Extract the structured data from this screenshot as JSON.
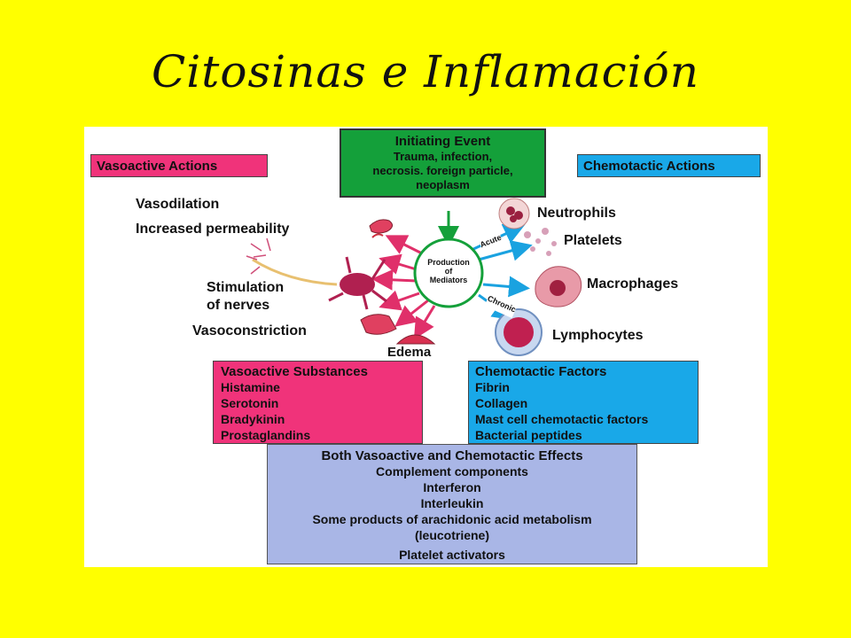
{
  "title": "Citosinas e Inflamación",
  "initiating_event": {
    "heading": "Initiating Event",
    "lines": [
      "Trauma, infection,",
      "necrosis. foreign particle,",
      "neoplasm"
    ]
  },
  "center": {
    "lines": [
      "Production",
      "of",
      "Mediators"
    ]
  },
  "vasoactive_actions": {
    "label": "Vasoactive Actions",
    "vasodilation": "Vasodilation",
    "permeability": "Increased permeability",
    "stimulation": [
      "Stimulation",
      "of nerves"
    ],
    "vasoconstriction": "Vasoconstriction",
    "edema": "Edema"
  },
  "chemotactic_actions": {
    "label": "Chemotactic Actions",
    "acute": "Acute",
    "chronic": "Chronic",
    "neutrophils": "Neutrophils",
    "platelets": "Platelets",
    "macrophages": "Macrophages",
    "lymphocytes": "Lymphocytes"
  },
  "vasoactive_substances": {
    "heading": "Vasoactive Substances",
    "items": [
      "Histamine",
      "Serotonin",
      "Bradykinin",
      "Prostaglandins"
    ]
  },
  "chemotactic_factors": {
    "heading": "Chemotactic Factors",
    "items": [
      "Fibrin",
      "Collagen",
      "Mast cell chemotactic factors",
      "Bacterial peptides"
    ]
  },
  "both_effects": {
    "heading": "Both Vasoactive and Chemotactic Effects",
    "items": [
      "Complement components",
      "Interferon",
      "Interleukin",
      "Some products of arachidonic acid metabolism",
      "(leucotriene)",
      "Platelet activators"
    ]
  },
  "colors": {
    "background": "#ffff00",
    "green": "#14a03a",
    "pink": "#f0337a",
    "blue": "#19a8e8",
    "lavender": "#a9b6e6",
    "arrow_pink": "#e0306a",
    "arrow_blue": "#1aa2e0"
  }
}
